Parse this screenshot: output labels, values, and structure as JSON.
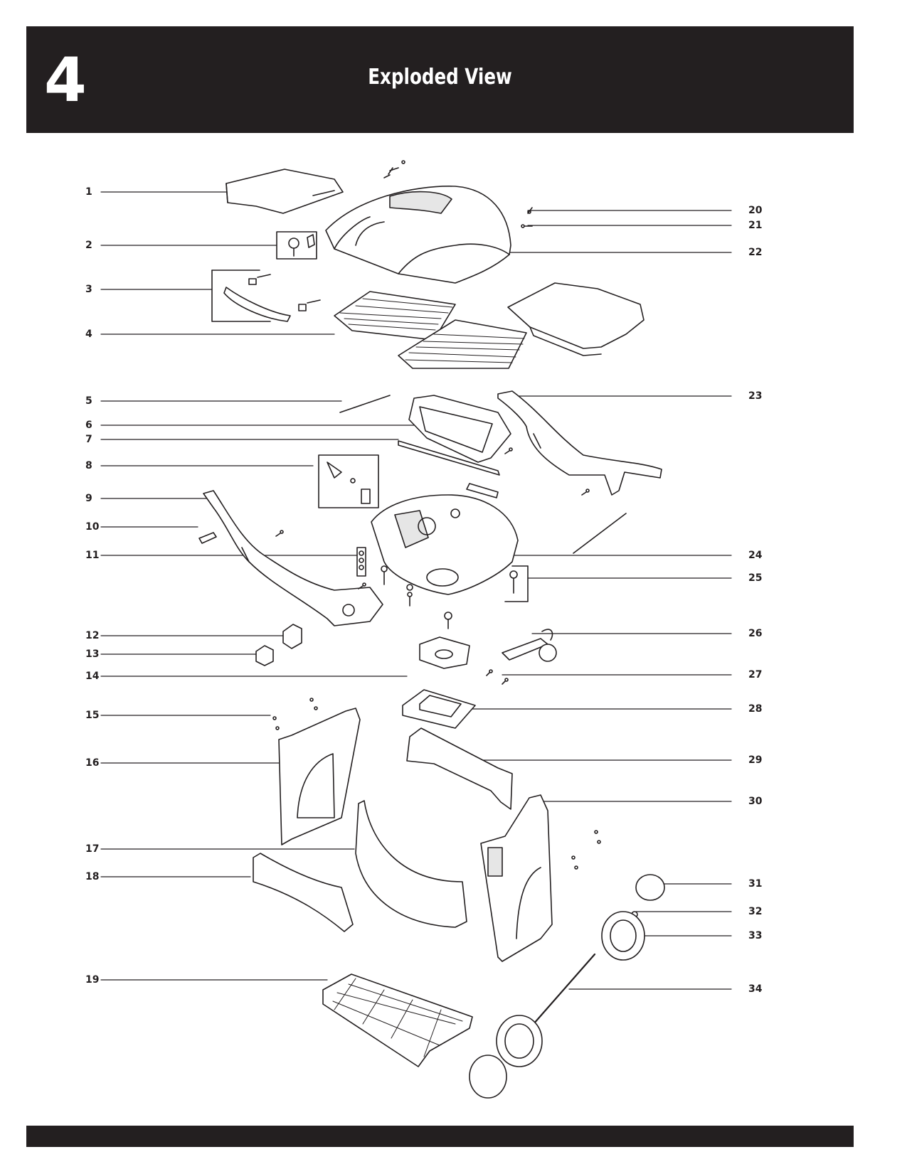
{
  "header": {
    "section_number": "4",
    "title": "Exploded View"
  },
  "callouts_left": [
    {
      "id": "1",
      "label": "1"
    },
    {
      "id": "2",
      "label": "2"
    },
    {
      "id": "3",
      "label": "3"
    },
    {
      "id": "4",
      "label": "4"
    },
    {
      "id": "5",
      "label": "5"
    },
    {
      "id": "6",
      "label": "6"
    },
    {
      "id": "7",
      "label": "7"
    },
    {
      "id": "8",
      "label": "8"
    },
    {
      "id": "9",
      "label": "9"
    },
    {
      "id": "10",
      "label": "10"
    },
    {
      "id": "11",
      "label": "11"
    },
    {
      "id": "12",
      "label": "12"
    },
    {
      "id": "13",
      "label": "13"
    },
    {
      "id": "14",
      "label": "14"
    },
    {
      "id": "15",
      "label": "15"
    },
    {
      "id": "16",
      "label": "16"
    },
    {
      "id": "17",
      "label": "17"
    },
    {
      "id": "18",
      "label": "18"
    },
    {
      "id": "19",
      "label": "19"
    }
  ],
  "callouts_right": [
    {
      "id": "20",
      "label": "20"
    },
    {
      "id": "21",
      "label": "21"
    },
    {
      "id": "22",
      "label": "22"
    },
    {
      "id": "23",
      "label": "23"
    },
    {
      "id": "24",
      "label": "24"
    },
    {
      "id": "25",
      "label": "25"
    },
    {
      "id": "26",
      "label": "26"
    },
    {
      "id": "27",
      "label": "27"
    },
    {
      "id": "28",
      "label": "28"
    },
    {
      "id": "29",
      "label": "29"
    },
    {
      "id": "30",
      "label": "30"
    },
    {
      "id": "31",
      "label": "31"
    },
    {
      "id": "32",
      "label": "32"
    },
    {
      "id": "33",
      "label": "33"
    },
    {
      "id": "34",
      "label": "34"
    }
  ],
  "colors": {
    "band": "#231f20",
    "ink": "#231f20",
    "paper": "#ffffff",
    "fill_light": "#e6e6e6"
  }
}
